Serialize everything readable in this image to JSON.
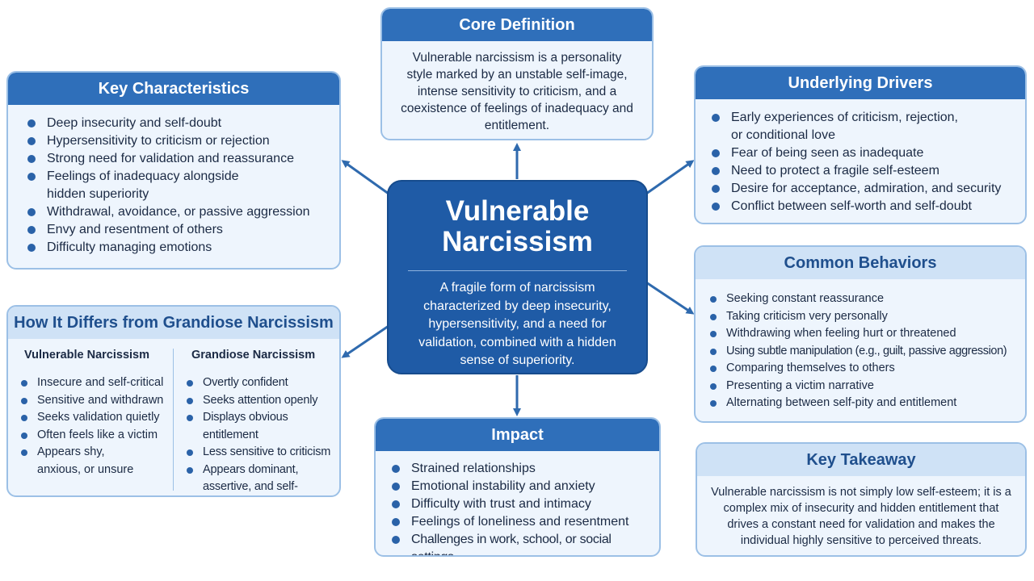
{
  "center": {
    "title": "Vulnerable\nNarcissism",
    "description": "A fragile form of narcissism characterized by deep insecurity, hypersensitivity, and a need for validation, combined with a hidden sense of superiority."
  },
  "core_definition": {
    "title": "Core Definition",
    "text": "Vulnerable narcissism is a personality style marked by an unstable self-image, intense sensitivity to criticism, and a coexistence of feelings of inadequacy and entitlement."
  },
  "key_characteristics": {
    "title": "Key Characteristics",
    "items": [
      "Deep insecurity and self-doubt",
      "Hypersensitivity to criticism or rejection",
      "Strong need for validation and reassurance",
      "Feelings of inadequacy alongside hidden superiority",
      "Withdrawal, avoidance, or passive aggression",
      "Envy and resentment of others",
      "Difficulty managing emotions"
    ]
  },
  "underlying_drivers": {
    "title": "Underlying Drivers",
    "items": [
      "Early experiences of criticism, rejection, or conditional love",
      "Fear of being seen as inadequate",
      "Need to protect a fragile self-esteem",
      "Desire for acceptance, admiration, and security",
      "Conflict between self-worth and self-doubt"
    ]
  },
  "common_behaviors": {
    "title": "Common Behaviors",
    "items": [
      "Seeking constant reassurance",
      "Taking criticism very personally",
      "Withdrawing when feeling hurt or threatened",
      "Using subtle manipulation (e.g., guilt, passive aggression)",
      "Comparing themselves to others",
      "Presenting a victim narrative",
      "Alternating between self-pity and entitlement"
    ]
  },
  "differs": {
    "title": "How It Differs from Grandiose Narcissism",
    "left_title": "Vulnerable Narcissism",
    "left_items": [
      "Insecure and self-critical",
      "Sensitive and withdrawn",
      "Seeks validation quietly",
      "Often feels like a victim",
      "Appears shy, anxious, or unsure"
    ],
    "right_title": "Grandiose Narcissism",
    "right_items": [
      "Overtly confident",
      "Seeks attention openly",
      "Displays obvious entitlement",
      "Less sensitive to criticism",
      "Appears dominant, assertive, and self-assured"
    ]
  },
  "impact": {
    "title": "Impact",
    "items": [
      "Strained relationships",
      "Emotional instability and anxiety",
      "Difficulty with trust and intimacy",
      "Feelings of loneliness and resentment",
      "Challenges in work, school, or social settings"
    ]
  },
  "key_takeaway": {
    "title": "Key Takeaway",
    "text": "Vulnerable narcissism is not simply low self-esteem; it is a complex mix of insecurity and hidden entitlement that drives a constant need for validation and makes the individual highly sensitive to perceived threats."
  },
  "colors": {
    "primary": "#2f6fba",
    "center": "#1f5ba6",
    "light_header": "#cfe2f6",
    "box_bg": "#eef5fd",
    "border": "#9cc0e6"
  }
}
